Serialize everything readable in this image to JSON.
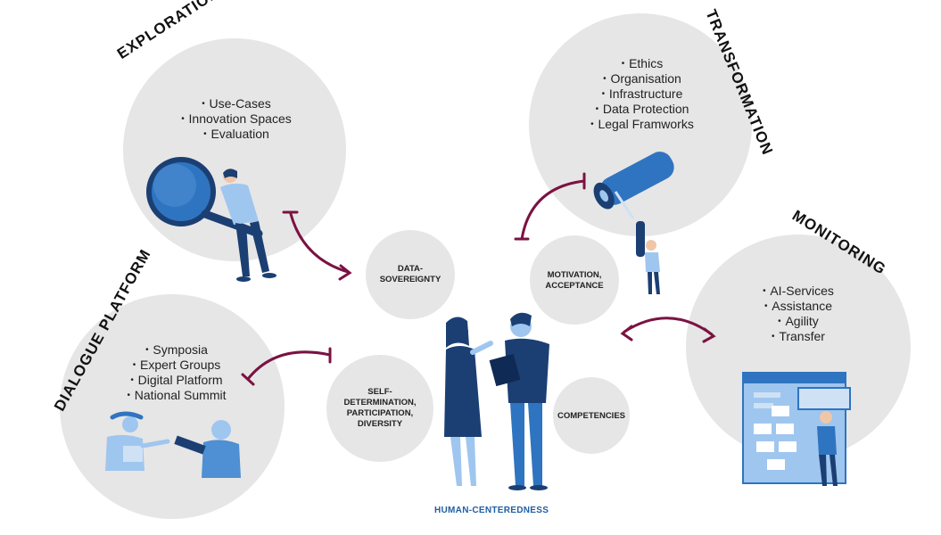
{
  "clusters": {
    "exploration": {
      "title": "EXPLORATION",
      "items": [
        "Use-Cases",
        "Innovation Spaces",
        "Evaluation"
      ]
    },
    "transformation": {
      "title": "TRANSFORMATION",
      "items": [
        "Ethics",
        "Organisation",
        "Infrastructure",
        "Data Protection",
        "Legal Framworks"
      ]
    },
    "monitoring": {
      "title": "MONITORING",
      "items": [
        "AI-Services",
        "Assistance",
        "Agility",
        "Transfer"
      ]
    },
    "dialogue": {
      "title": "DIALOGUE PLATFORM",
      "items": [
        "Symposia",
        "Expert Groups",
        "Digital Platform",
        "National Summit"
      ]
    }
  },
  "core": {
    "data_sovereignty": [
      "DATA-",
      "SOVEREIGNTY"
    ],
    "motivation": [
      "MOTIVATION,",
      "ACCEPTANCE"
    ],
    "self_determination": [
      "SELF-",
      "DETERMINATION,",
      "PARTICIPATION,",
      "DIVERSITY"
    ],
    "competencies": "COMPETENCIES",
    "human_centeredness": "HUMAN-CENTEREDNESS"
  },
  "colors": {
    "circle": "#e6e6e6",
    "arrow": "#7b1242",
    "blue_dark": "#1b3f73",
    "blue_mid": "#2f74c0",
    "blue_light": "#9fc6ef",
    "accent_text": "#1f5fa3"
  },
  "icons": {
    "exploration": "magnifier-person-icon",
    "transformation": "paint-roller-person-icon",
    "monitoring": "browser-window-person-icon",
    "dialogue": "two-people-handshake-icon",
    "center": "two-people-discussion-icon"
  }
}
